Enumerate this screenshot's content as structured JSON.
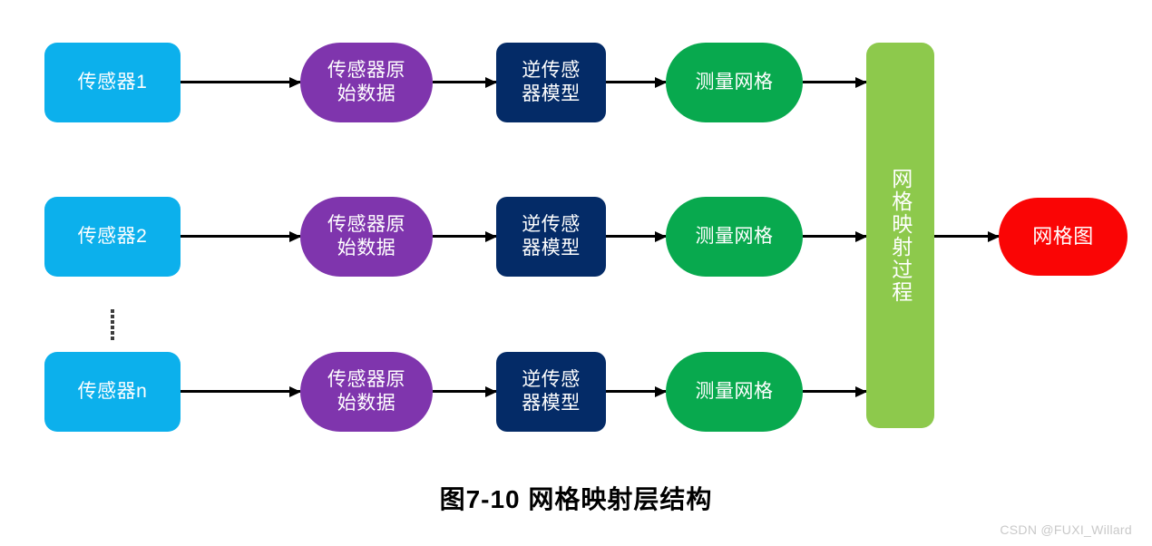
{
  "figure": {
    "caption": "图7-10 网格映射层结构",
    "watermark": "CSDN @FUXI_Willard",
    "colors": {
      "sensor": "#0cb0ec",
      "raw_data": "#7f35ad",
      "model": "#042b67",
      "measurement_grid": "#08a94e",
      "mapping_process": "#8dc94c",
      "grid_map": "#fa0505",
      "arrow": "#000000",
      "background": "#ffffff",
      "node_text": "#ffffff",
      "caption_text": "#000000",
      "watermark_text": "#c9c9c9"
    }
  },
  "diagram": {
    "type": "flowchart",
    "rows": [
      {
        "id": "row-1",
        "sensor": "传感器1",
        "raw_data": "传感器原\n始数据",
        "model": "逆传感\n器模型",
        "measurement_grid": "测量网格"
      },
      {
        "id": "row-2",
        "sensor": "传感器2",
        "raw_data": "传感器原\n始数据",
        "model": "逆传感\n器模型",
        "measurement_grid": "测量网格"
      },
      {
        "id": "row-n",
        "sensor": "传感器n",
        "raw_data": "传感器原\n始数据",
        "model": "逆传感\n器模型",
        "measurement_grid": "测量网格"
      }
    ],
    "mapping_process": "网格映射过程",
    "grid_map": "网格图",
    "ellipsis": "⋮"
  }
}
